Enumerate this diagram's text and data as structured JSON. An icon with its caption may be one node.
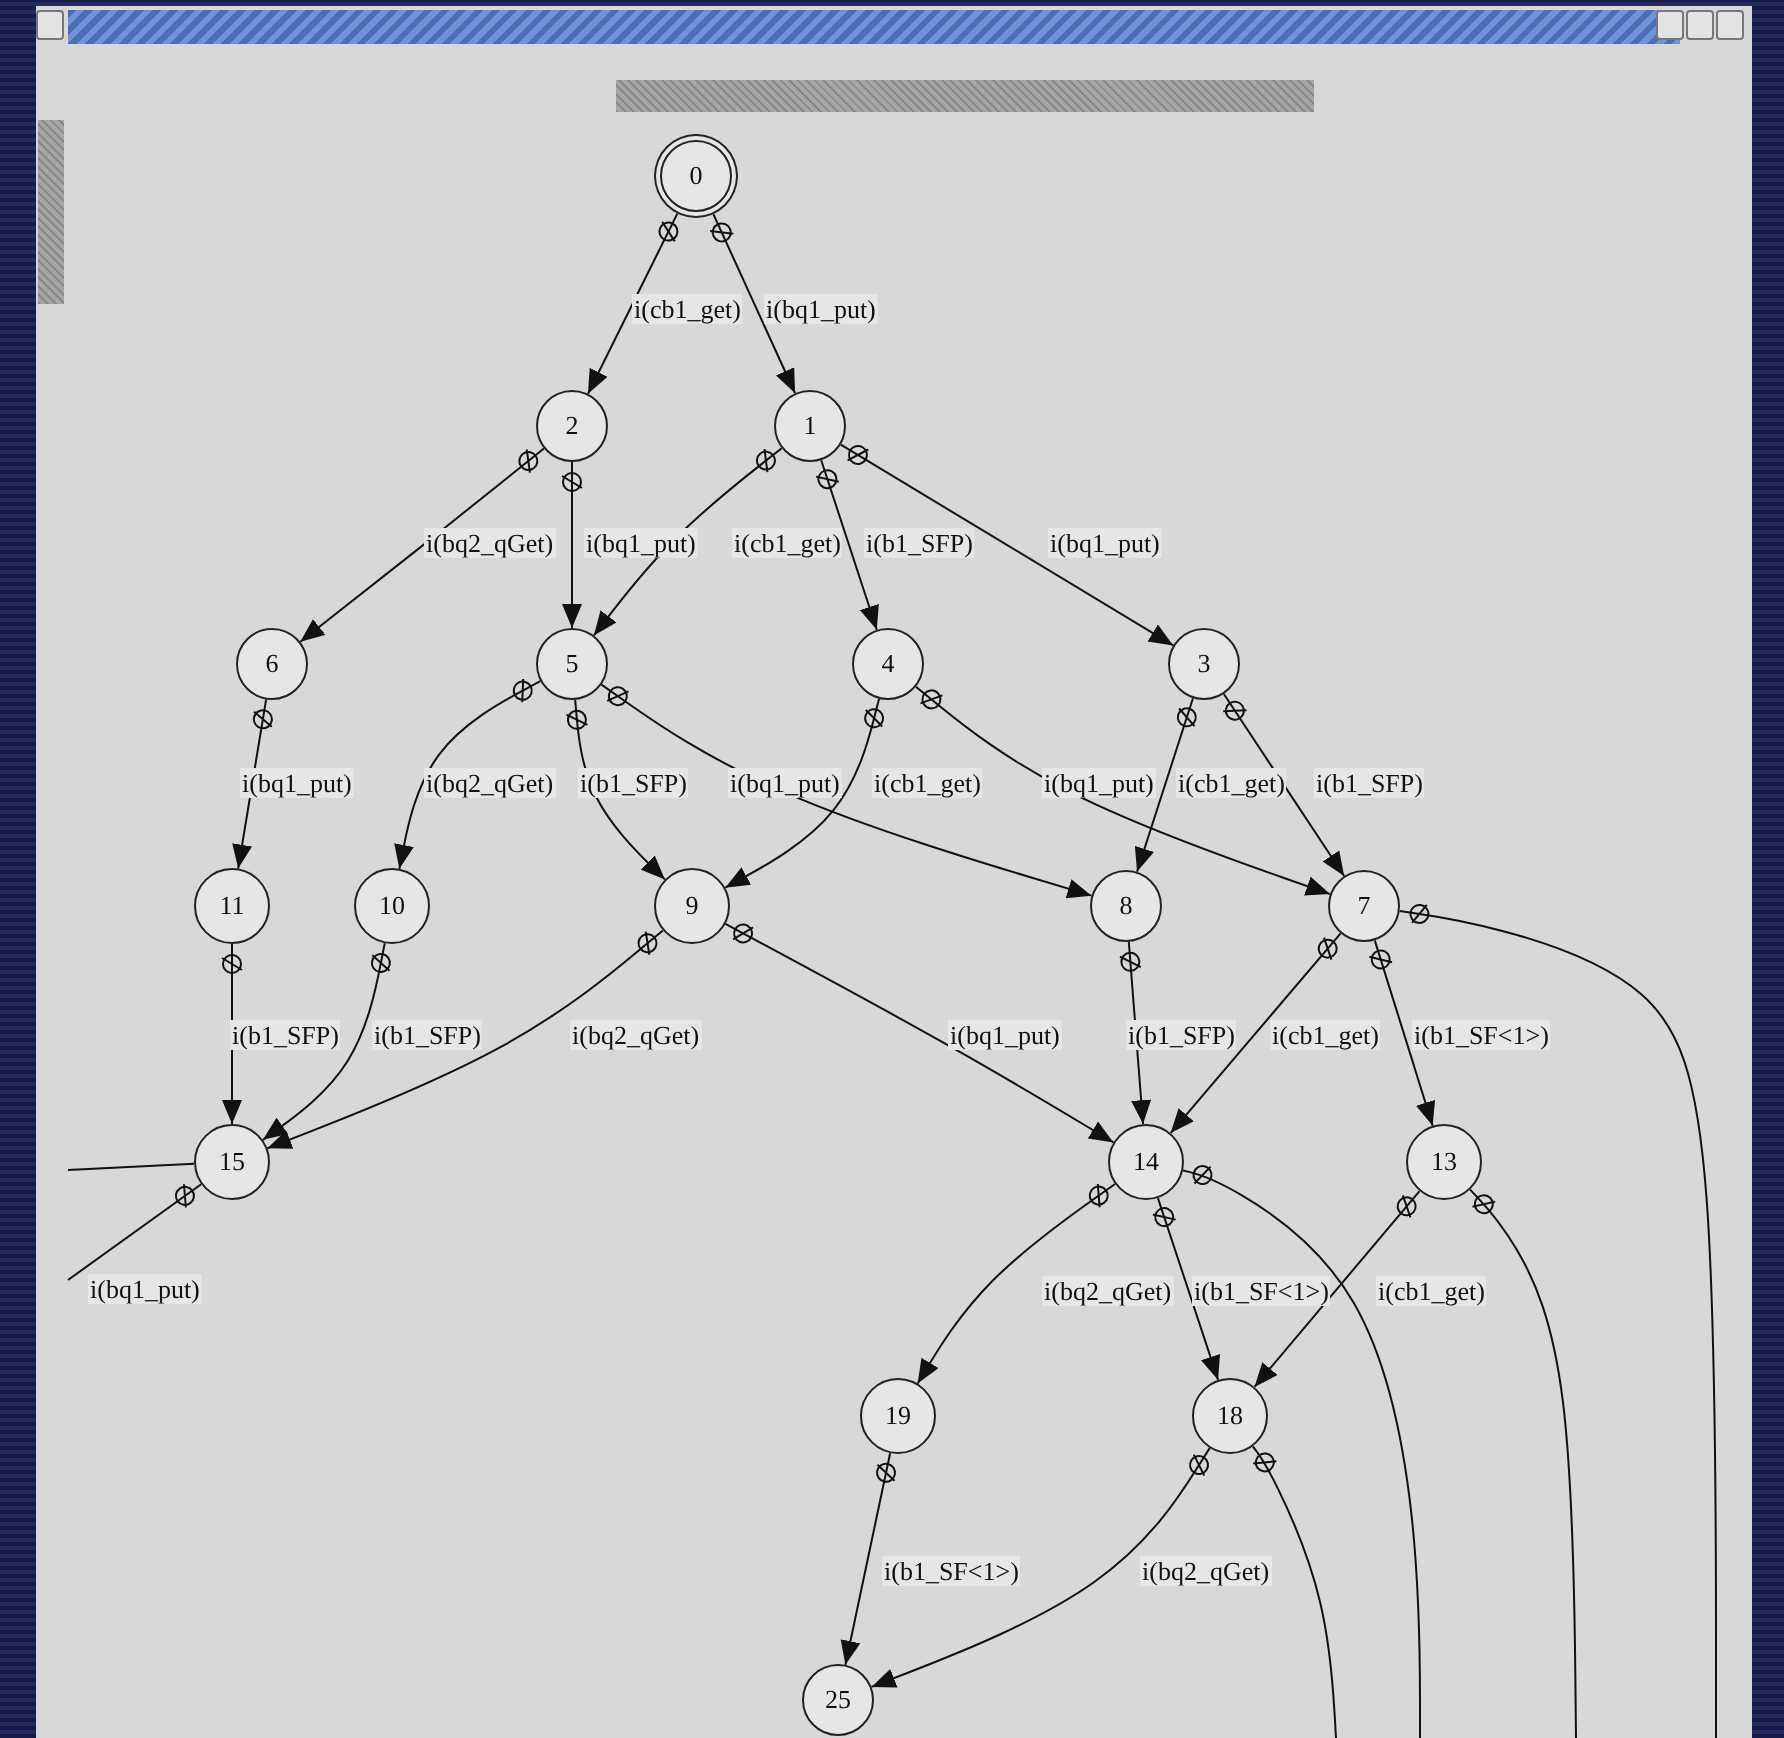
{
  "diagram": {
    "nodes": [
      {
        "text": [
          "0"
        ]
      },
      {
        "text": [
          "2"
        ]
      },
      {
        "text": [
          "1"
        ]
      },
      {
        "text": [
          "6"
        ]
      },
      {
        "text": [
          "5"
        ]
      },
      {
        "text": [
          "4"
        ]
      },
      {
        "text": [
          "3"
        ]
      },
      {
        "text": [
          "11"
        ]
      },
      {
        "text": [
          "10"
        ]
      },
      {
        "text": [
          "9"
        ]
      },
      {
        "text": [
          "8"
        ]
      },
      {
        "text": [
          "7"
        ]
      },
      {
        "text": [
          "15"
        ]
      },
      {
        "text": [
          "14"
        ]
      },
      {
        "text": [
          "13"
        ]
      },
      {
        "text": [
          "19"
        ]
      },
      {
        "text": [
          "18"
        ]
      },
      {
        "text": [
          "25"
        ]
      }
    ],
    "edges": [
      {
        "from": 0,
        "to": 1,
        "arrow": "to",
        "label": "i(cb1_get)"
      },
      {
        "from": 0,
        "to": 2,
        "arrow": "to",
        "label": "i(bq1_put)"
      },
      {
        "from": 1,
        "to": 3,
        "arrow": "to",
        "label": "i(bq2_qGet)"
      },
      {
        "from": 1,
        "to": 4,
        "arrow": "to",
        "label": "i(bq1_put)"
      },
      {
        "from": 2,
        "to": 4,
        "arrow": "to",
        "label": "i(cb1_get)"
      },
      {
        "from": 2,
        "to": 5,
        "arrow": "to",
        "label": "i(b1_SFP)"
      },
      {
        "from": 2,
        "to": 6,
        "arrow": "to",
        "label": "i(bq1_put)"
      },
      {
        "from": 3,
        "to": 7,
        "arrow": "to",
        "label": "i(bq1_put)"
      },
      {
        "from": 4,
        "to": 8,
        "arrow": "to",
        "label": "i(bq2_qGet)"
      },
      {
        "from": 4,
        "to": 9,
        "arrow": "to",
        "label": "i(b1_SFP)"
      },
      {
        "from": 4,
        "to": 10,
        "arrow": "to",
        "label": "i(bq1_put)"
      },
      {
        "from": 5,
        "to": 9,
        "arrow": "to",
        "label": "i(cb1_get)"
      },
      {
        "from": 5,
        "to": 11,
        "arrow": "to",
        "label": "i(bq1_put)"
      },
      {
        "from": 6,
        "to": 10,
        "arrow": "to",
        "label": "i(cb1_get)"
      },
      {
        "from": 6,
        "to": 11,
        "arrow": "to",
        "label": "i(b1_SFP)"
      },
      {
        "from": 7,
        "to": 12,
        "arrow": "to",
        "label": "i(b1_SFP)"
      },
      {
        "from": 8,
        "to": 12,
        "arrow": "to",
        "label": "i(b1_SFP)"
      },
      {
        "from": 9,
        "to": 12,
        "arrow": "to",
        "label": "i(bq2_qGet)"
      },
      {
        "from": 9,
        "to": 13,
        "arrow": "to",
        "label": "i(bq1_put)"
      },
      {
        "from": 10,
        "to": 13,
        "arrow": "to",
        "label": "i(b1_SFP)"
      },
      {
        "from": 11,
        "to": 13,
        "arrow": "to",
        "label": "i(cb1_get)"
      },
      {
        "from": 11,
        "to": 14,
        "arrow": "to",
        "label": "i(b1_SF<1>)"
      },
      {
        "from": 11,
        "to": null,
        "arrow": "other"
      },
      {
        "from": 13,
        "to": 15,
        "arrow": "to",
        "label": "i(bq2_qGet)"
      },
      {
        "from": 13,
        "to": 16,
        "arrow": "to",
        "label": "i(b1_SF<1>)"
      },
      {
        "from": 14,
        "to": 16,
        "arrow": "to",
        "label": "i(cb1_get)"
      },
      {
        "from": 13,
        "to": null,
        "arrow": "other"
      },
      {
        "from": 14,
        "to": null,
        "arrow": "other"
      },
      {
        "from": 15,
        "to": 17,
        "arrow": "to",
        "label": "i(b1_SF<1>)"
      },
      {
        "from": 16,
        "to": 17,
        "arrow": "to",
        "label": "i(bq2_qGet)"
      },
      {
        "from": 16,
        "to": null,
        "arrow": "other"
      },
      {
        "from": null,
        "to": 12,
        "arrow": "none"
      },
      {
        "from": 12,
        "to": null,
        "arrow": "other",
        "label": "i(bq1_put)"
      }
    ]
  }
}
